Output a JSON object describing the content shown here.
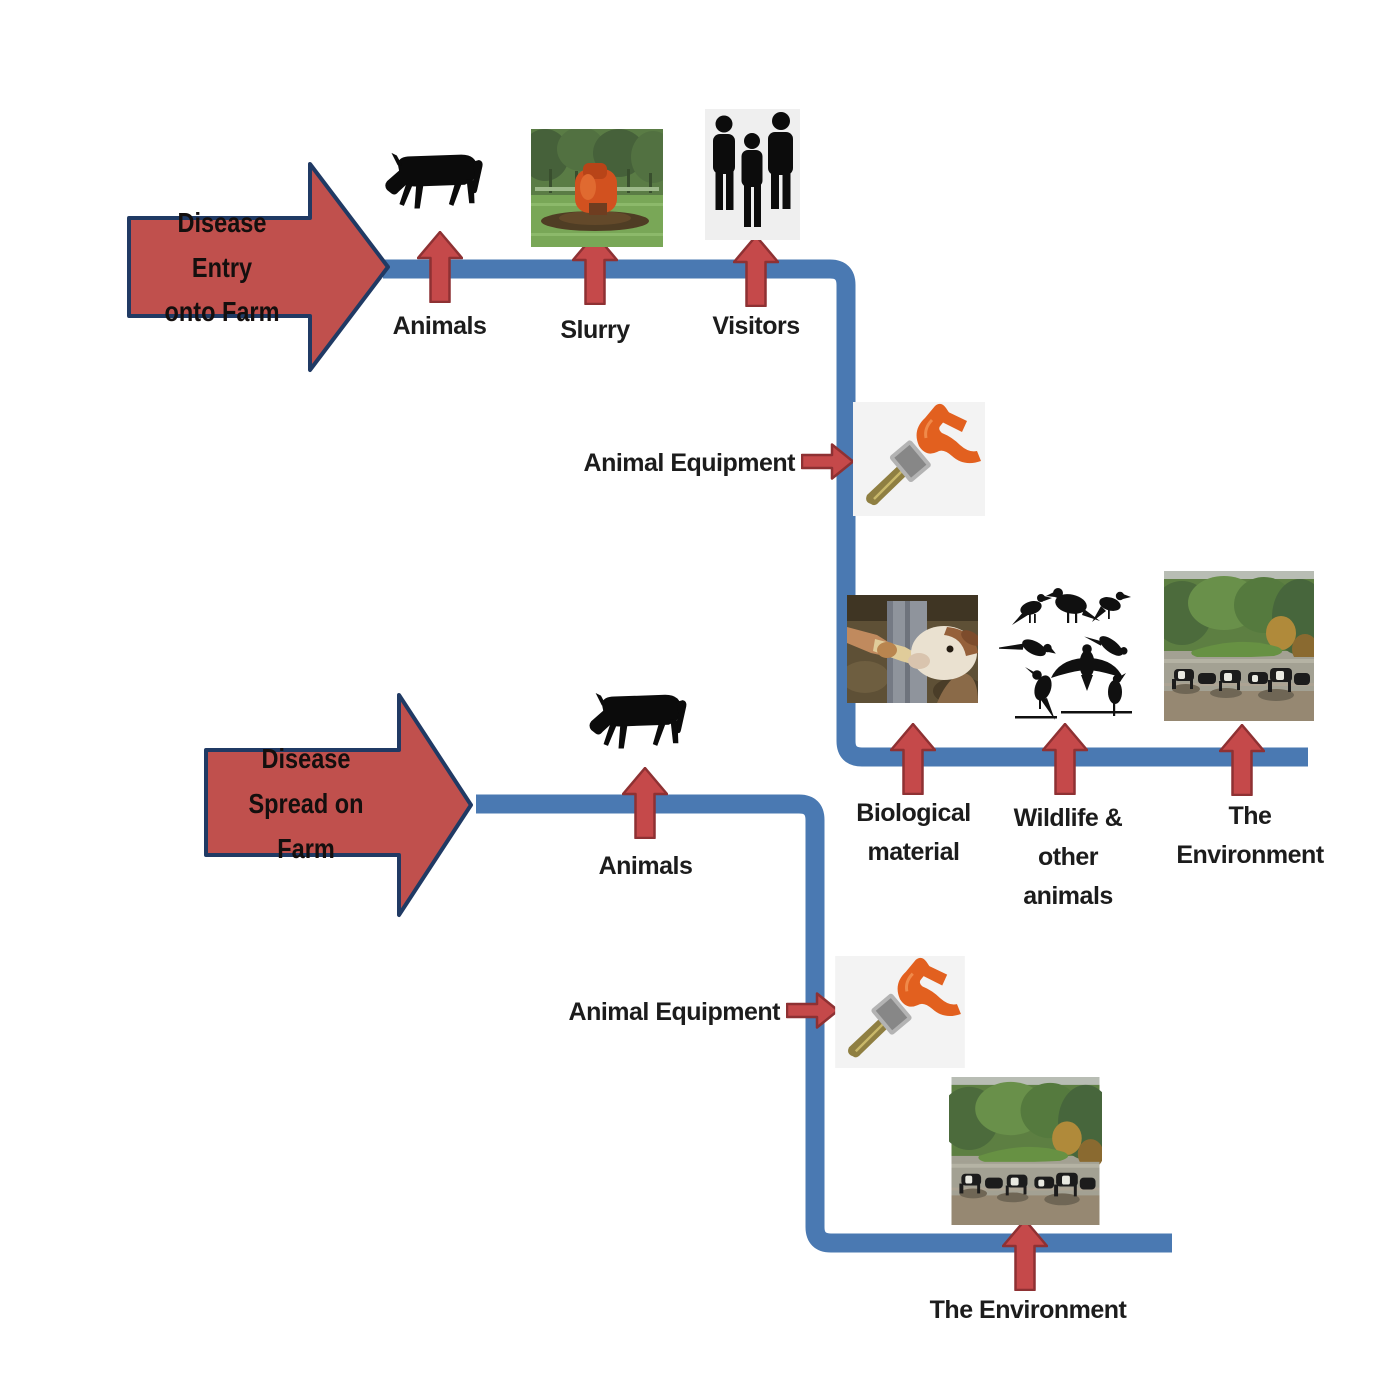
{
  "flow1": {
    "title": "Disease Entry\nonto Farm",
    "stations": {
      "animals": "Animals",
      "slurry": "Slurry",
      "visitors": "Visitors",
      "equipment": "Animal Equipment",
      "biological": "Biological material",
      "wildlife": "Wildlife & other animals",
      "environment": "The Environment"
    }
  },
  "flow2": {
    "title": "Disease Spread on\nFarm",
    "stations": {
      "animals": "Animals",
      "equipment": "Animal Equipment",
      "environment": "The Environment"
    }
  },
  "icons": {
    "animals": "cow-silhouette-icon",
    "slurry": "slurry-spreader-photo",
    "visitors": "people-silhouettes-icon",
    "equipment": "drench-gun-photo",
    "biological": "calf-bottle-feeding-photo",
    "wildlife": "bird-silhouettes-icon",
    "environment": "cattle-crossing-river-photo"
  },
  "colors": {
    "connector_blue": "#4a79b2",
    "banner_fill": "#c0504d",
    "banner_border": "#203a64",
    "marker_fill": "#c5494a",
    "marker_border": "#8e3133"
  }
}
